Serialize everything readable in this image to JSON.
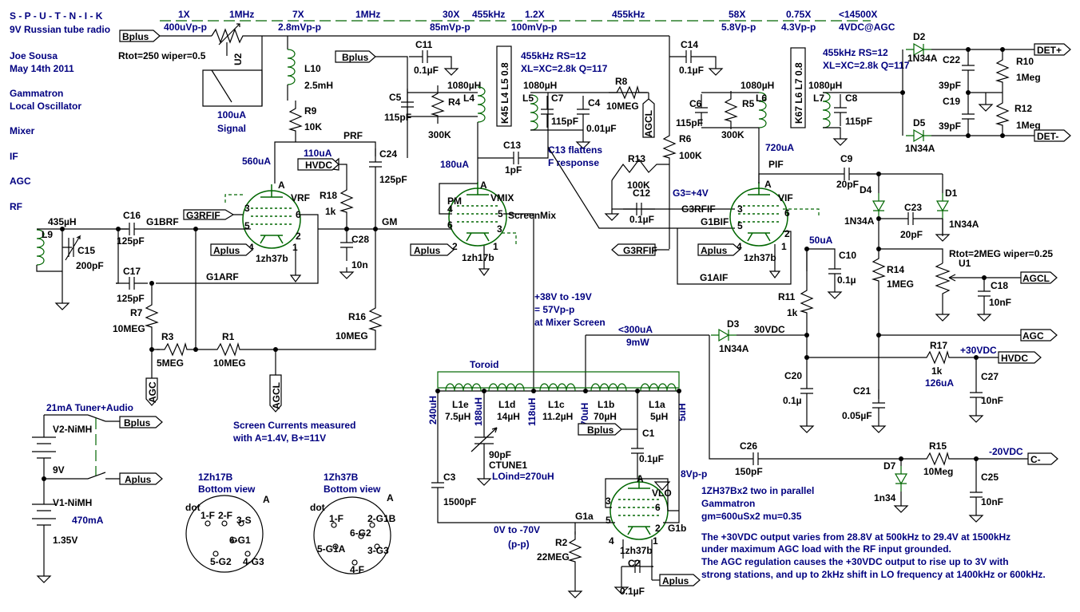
{
  "title_block": {
    "title": "S - P - U - T - N - I - K",
    "subtitle": "9V Russian tube radio",
    "author": "Joe Sousa",
    "date": "May 14th 2011",
    "sections": [
      "Gammatron",
      "Local Oscillator",
      "Mixer",
      "IF",
      "AGC",
      "RF"
    ]
  },
  "gain_line": {
    "labels": [
      "1X",
      "1MHz",
      "7X",
      "1MHz",
      "30X",
      "455kHz",
      "1.2X",
      "455kHz",
      "58X",
      "0.75X",
      "<14500X"
    ],
    "levels": [
      "400uVp-p",
      "2.8mVp-p",
      "85mVp-p",
      "100mVp-p",
      "5.8Vp-p",
      "4.3Vp-p",
      "4VDC@AGC"
    ]
  },
  "ports": {
    "bplus": "Bplus",
    "aplus": "Aplus",
    "hvdc": "HVDC",
    "g3rfif": "G3RFIF",
    "agc": "AGC",
    "agcl": "AGCL",
    "det_plus": "DET+",
    "det_minus": "DET-",
    "c_minus": "C-"
  },
  "components": {
    "u2": "U2",
    "u2_param": "Rtot=250 wiper=0.5",
    "meter": "100uA",
    "meter_label": "Signal",
    "l10": "L10",
    "l10_val": "2.5mH",
    "r9": "R9",
    "r9_val": "10K",
    "prf": "PRF",
    "vrf_current": "560uA",
    "hvdc_current": "110uA",
    "r18": "R18",
    "r18_val": "1k",
    "c24": "C24",
    "c24_val": "125pF",
    "c28": "C28",
    "c28_val": "10n",
    "vrf": "VRF",
    "gm": "GM",
    "l9_ind": "435µH",
    "l9": "L9",
    "c15": "C15",
    "c15_val": "200pF",
    "c16": "C16",
    "c16_val": "125pF",
    "g1brf": "G1BRF",
    "c17": "C17",
    "c17_val": "125pF",
    "g1arf": "G1ARF",
    "r7": "R7",
    "r7_val": "10MEG",
    "r3": "R3",
    "r3_val": "5MEG",
    "r1": "R1",
    "r1_val": "10MEG",
    "r16": "R16",
    "r16_val": "10MEG",
    "tube_type": "1zh37b",
    "tube_mix_type": "1zh17b",
    "c11": "C11",
    "c11_val": "0.1µF",
    "ind_1080": "1080µH",
    "c5": "C5",
    "c5_val": "115pF",
    "r4": "R4",
    "r4_val": "300K",
    "l4": "L4",
    "if_note_1": "455kHz RS=12",
    "if_note_2": "XL=XC=2.8k Q=117",
    "l5": "L5",
    "c7": "C7",
    "c7_val": "115pF",
    "c4": "C4",
    "c4_val": "0.01µF",
    "r8": "R8",
    "r8_val": "10MEG",
    "l45_box": "K45 L4 L5 0.8",
    "agcl_vert": "AGCL",
    "c13": "C13",
    "c13_val": "1pF",
    "c13_note_1": "C13 flattens",
    "c13_note_2": "F response",
    "mix_current": "180uA",
    "pm": "PM",
    "vmix": "VMIX",
    "screenmix": "ScreenMix",
    "c14": "C14",
    "c14_val": "0.1µF",
    "c6": "C6",
    "c6_val": "115pF",
    "r5": "R5",
    "r5_val": "300K",
    "l6": "L6",
    "r6": "R6",
    "r6_val": "100K",
    "r13": "R13",
    "r13_val": "100K",
    "c12": "C12",
    "c12_val": "0.1µF",
    "g3_note": "G3=+4V",
    "g3rfif_lbl": "G3RFIF",
    "g1bif": "G1BIF",
    "g1aif": "G1AIF",
    "vif_current": "720uA",
    "pif": "PIF",
    "vif": "VIF",
    "l67_box": "K67 L6 L7 0.8",
    "l7": "L7",
    "c8": "C8",
    "c8_val": "115pF",
    "d2": "D2",
    "d5": "D5",
    "diode": "1N34A",
    "c22": "C22",
    "c22_val": "39pF",
    "c19": "C19",
    "c19_val": "39pF",
    "r10": "R10",
    "r10_val": "1Meg",
    "r12": "R12",
    "r12_val": "1Meg",
    "c9": "C9",
    "c9_val": "20pF",
    "d4": "D4",
    "d1": "D1",
    "c23": "C23",
    "c23_val": "20pF",
    "u1_param": "Rtot=2MEG wiper=0.25",
    "u1": "U1",
    "c18": "C18",
    "c18_val": "10nF",
    "r14": "R14",
    "r14_val": "1MEG",
    "agc_current": "50uA",
    "c10": "C10",
    "c10_val": "0.1µ",
    "r11": "R11",
    "r11_val": "1k",
    "d3": "D3",
    "dc30": "30VDC",
    "lo_current": "<300uA",
    "lo_power": "9mW",
    "r17": "R17",
    "r17_val": "1k",
    "plus30": "+30VDC",
    "hv_current": "126uA",
    "c20": "C20",
    "c20_val": "0.1µ",
    "c21": "C21",
    "c21_val": "0.05µF",
    "c27": "C27",
    "c27_val": "10nF",
    "screen_note_1": "+38V to -19V",
    "screen_note_2": "= 57Vp-p",
    "screen_note_3": "at Mixer Screen",
    "toroid": "Toroid",
    "l1e": "L1e",
    "l1e_val": "7.5µH",
    "l1d": "L1d",
    "l1d_val": "14µH",
    "l1c": "L1c",
    "l1c_val": "11.2µH",
    "l1b": "L1b",
    "l1b_val": "70µH",
    "l1a": "L1a",
    "l1a_val": "5µH",
    "tap_240": "240uH",
    "tap_188": "188uH",
    "tap_118": "118uH",
    "tap_70": "70uH",
    "tap_5": "5uH",
    "ctune": "CTUNE1",
    "ctune_val": "90pF",
    "loind": "LOind=270uH",
    "c3": "C3",
    "c3_val": "1500pF",
    "c1": "C1",
    "c1_val": "0.1µF",
    "vlo_level": "8Vp-p",
    "vlo": "VLO",
    "g1a": "G1a",
    "g1b": "G1b",
    "range_1": "0V to -70V",
    "range_2": "(p-p)",
    "r2": "R2",
    "r2_val": "22MEG",
    "c2": "C2",
    "c2_val": "0.1µF",
    "c26": "C26",
    "c26_val": "150pF",
    "d7": "D7",
    "d7_val": "1n34",
    "r15": "R15",
    "r15_val": "10Meg",
    "c25": "C25",
    "c25_val": "10nF",
    "minus20": "-20VDC"
  },
  "battery": {
    "tuner_note": "21mA Tuner+Audio",
    "v2": "V2-NiMH",
    "v2_val": "9V",
    "v1": "V1-NiMH",
    "v1_val": "1.35V",
    "v1_current": "470mA"
  },
  "notes": {
    "screen_1": "Screen Currents measured",
    "screen_2": "with A=1.4V, B+=11V",
    "tube_1": "1ZH37Bx2 two in parallel",
    "tube_2": "Gammatron",
    "tube_3": "gm=600uSx2 mu=0.35",
    "para_1": "The +30VDC output varies from 28.8V at 500kHz to 29.4V at 1500kHz",
    "para_2": "under maximum AGC load  with the RF input grounded.",
    "para_3": "The AGC regulation causes the +30VDC output to rise up to 3V with",
    "para_4": "strong stations, and up to 2kHz shift in LO frequency at 1400kHz or 600kHz."
  },
  "pinouts": {
    "zh17": {
      "title": "1Zh17B",
      "sub": "Bottom view",
      "anode": "A",
      "dot": "dot",
      "pins": [
        "1-F",
        "2-F",
        "3-S",
        "6-G1",
        "5-G2",
        "4-G3"
      ]
    },
    "zh37": {
      "title": "1Zh37B",
      "sub": "Bottom view",
      "anode": "A",
      "dot": "dot",
      "pins": [
        "1-F",
        "2-G1B",
        "6-G2",
        "5-G1A",
        "3-G3",
        "4-F"
      ]
    }
  },
  "pin_numbers": [
    "1",
    "2",
    "3",
    "4",
    "5",
    "6"
  ],
  "anode_letter": "A"
}
